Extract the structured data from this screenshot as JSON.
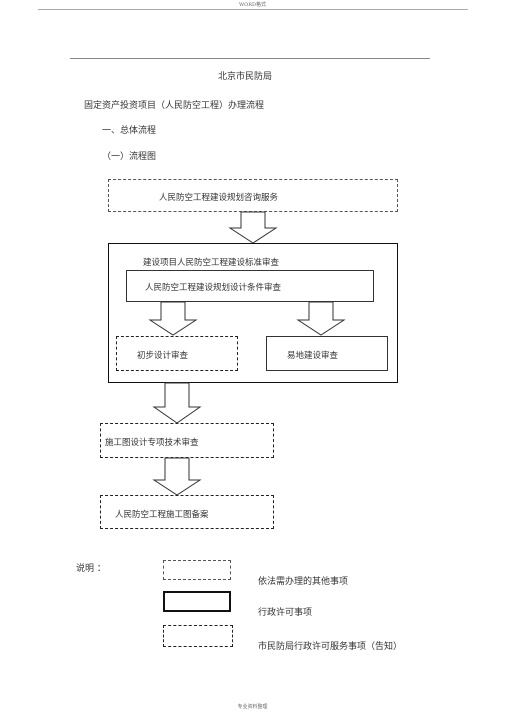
{
  "header": {
    "top_label": "WORD格式"
  },
  "document": {
    "agency": "北京市民防局",
    "title": "固定资产投资项目（人民防空工程）办理流程",
    "section": "一、总体流程",
    "subsection": "（一）流程图"
  },
  "flowchart": {
    "step1": "人民防空工程建设规划咨询服务",
    "group_title": "建设项目人民防空工程建设标准审查",
    "step2": "人民防空工程建设规划设计条件审查",
    "step3a": "初步设计审查",
    "step3b": "易地建设审查",
    "step4": "施工图设计专项技术审查",
    "step5": "人民防空工程施工图备案"
  },
  "legend": {
    "label": "说明 ：",
    "items": [
      {
        "style": "dashed",
        "text": "依法需办理的其他事项"
      },
      {
        "style": "solid",
        "text": "行政许可事项"
      },
      {
        "style": "dash-dot",
        "text": "市民防局行政许可服务事项（告知）"
      }
    ]
  },
  "footer": {
    "text": "专业资料整理"
  }
}
